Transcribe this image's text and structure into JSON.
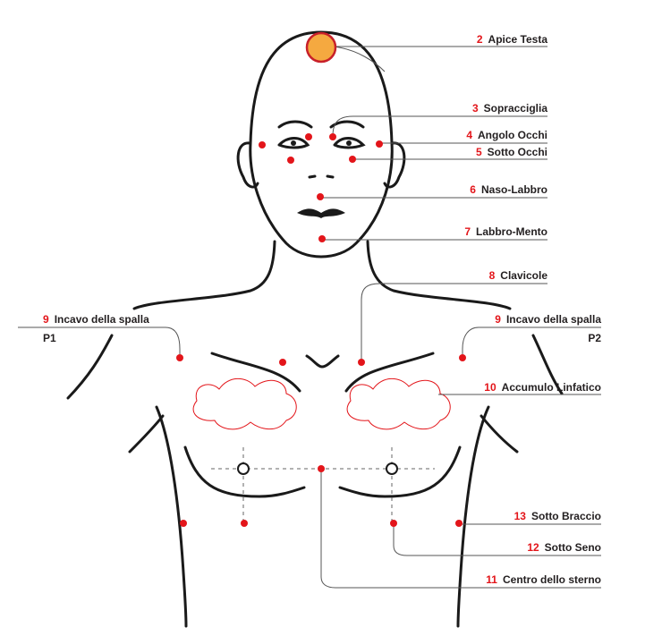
{
  "points": [
    {
      "num": "2",
      "label": "Apice Testa"
    },
    {
      "num": "3",
      "label": "Sopracciglia"
    },
    {
      "num": "4",
      "label": "Angolo Occhi"
    },
    {
      "num": "5",
      "label": "Sotto Occhi"
    },
    {
      "num": "6",
      "label": "Naso-Labbro"
    },
    {
      "num": "7",
      "label": "Labbro-Mento"
    },
    {
      "num": "8",
      "label": "Clavicole"
    },
    {
      "num": "9",
      "label": "Incavo della spalla",
      "side": "P1"
    },
    {
      "num": "9",
      "label": "Incavo della spalla",
      "side": "P2"
    },
    {
      "num": "10",
      "label": "Accumulo Linfatico"
    },
    {
      "num": "11",
      "label": "Centro dello sterno"
    },
    {
      "num": "12",
      "label": "Sotto Seno"
    },
    {
      "num": "13",
      "label": "Sotto Braccio"
    }
  ],
  "colors": {
    "accent": "#e3151a",
    "apex_fill": "#f5a940",
    "outline": "#1a1a1a"
  }
}
